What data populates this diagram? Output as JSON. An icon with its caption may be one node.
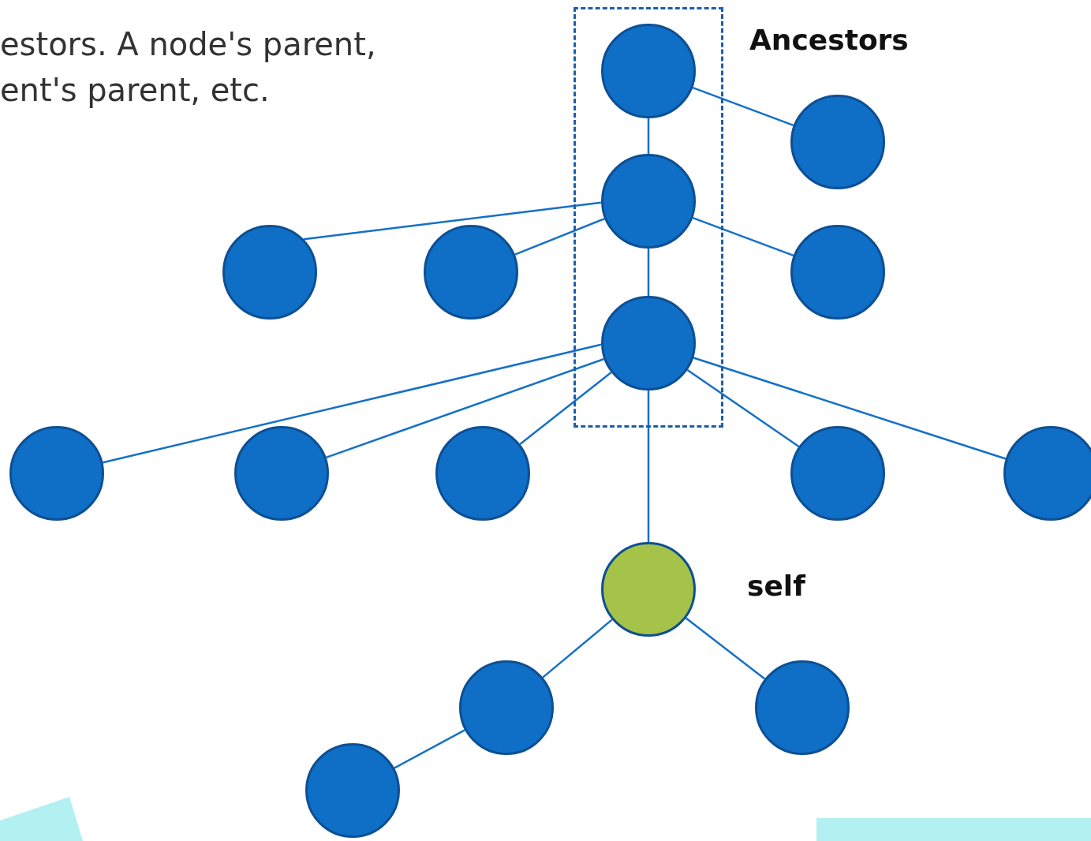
{
  "diagram": {
    "nodes": [
      {
        "text": [
          "Ancestors"
        ]
      },
      {
        "text": [],
        "shape": "circle",
        "in": 0
      },
      {
        "text": [],
        "shape": "circle",
        "in": 0
      },
      {
        "text": [],
        "shape": "circle",
        "in": 0
      },
      {
        "text": [],
        "shape": "circle"
      },
      {
        "text": [],
        "shape": "circle"
      },
      {
        "text": [],
        "shape": "circle"
      },
      {
        "text": [],
        "shape": "circle"
      },
      {
        "text": [],
        "shape": "circle"
      },
      {
        "text": [],
        "shape": "circle"
      },
      {
        "text": [],
        "shape": "circle"
      },
      {
        "text": [],
        "shape": "circle"
      },
      {
        "text": [],
        "shape": "circle"
      },
      {
        "text": [],
        "shape": "circle",
        "beside": [
          "self"
        ]
      },
      {
        "text": [],
        "shape": "circle"
      },
      {
        "text": [],
        "shape": "circle"
      },
      {
        "text": [],
        "shape": "circle"
      }
    ],
    "edges": [
      {
        "from": 1,
        "to": 4,
        "arrow": "none"
      },
      {
        "from": 1,
        "to": 2,
        "arrow": "none"
      },
      {
        "from": 2,
        "to": 5,
        "arrow": "none"
      },
      {
        "from": 2,
        "to": 6,
        "arrow": "none"
      },
      {
        "from": 2,
        "to": 7,
        "arrow": "none"
      },
      {
        "from": 2,
        "to": 3,
        "arrow": "none"
      },
      {
        "from": 3,
        "to": 8,
        "arrow": "none"
      },
      {
        "from": 3,
        "to": 9,
        "arrow": "none"
      },
      {
        "from": 3,
        "to": 10,
        "arrow": "none"
      },
      {
        "from": 3,
        "to": 11,
        "arrow": "none"
      },
      {
        "from": 3,
        "to": 12,
        "arrow": "none"
      },
      {
        "from": 3,
        "to": 13,
        "arrow": "none"
      },
      {
        "from": 13,
        "to": 14,
        "arrow": "none"
      },
      {
        "from": 13,
        "to": 15,
        "arrow": "none"
      },
      {
        "from": 14,
        "to": 16,
        "arrow": "none"
      }
    ],
    "labels": [
      "estors. A node's parent,",
      "ent's parent, etc."
    ]
  }
}
